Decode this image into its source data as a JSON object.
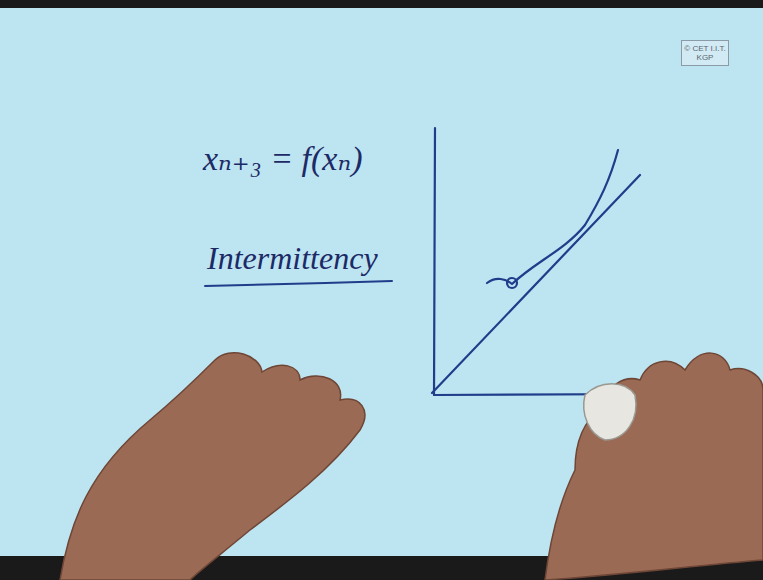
{
  "diagram": {
    "nodes": [
      {
        "text": [
          "© CET I.I.T. KGP"
        ]
      }
    ],
    "labels": [
      "xₙ₊₃ = f(xₙ)",
      "Intermittency"
    ]
  }
}
